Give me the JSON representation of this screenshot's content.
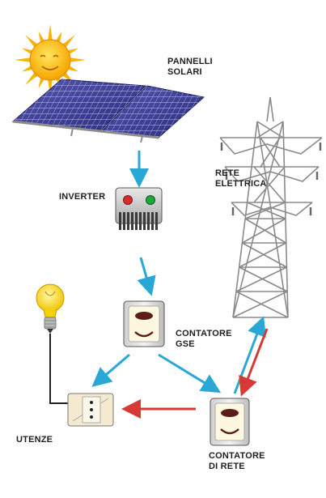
{
  "labels": {
    "solar_panels": [
      "PANNELLI",
      "SOLARI"
    ],
    "grid": [
      "RETE",
      "ELETTRICA"
    ],
    "inverter": [
      "INVERTER"
    ],
    "gse_meter": [
      "CONTATORE",
      "GSE"
    ],
    "utilities": [
      "UTENZE"
    ],
    "grid_meter": [
      "CONTATORE",
      "DI RETE"
    ]
  },
  "colors": {
    "production_flow": "#29a8d6",
    "consumption_flow": "#d63a36",
    "panel": "#3d3f95",
    "sun": "#f5b400",
    "pylon": "#8a8a8a"
  },
  "flows": [
    {
      "from": "solar_panels",
      "to": "inverter",
      "color": "production_flow"
    },
    {
      "from": "inverter",
      "to": "gse_meter",
      "color": "production_flow"
    },
    {
      "from": "gse_meter",
      "to": "utilities",
      "color": "production_flow"
    },
    {
      "from": "gse_meter",
      "to": "grid_meter",
      "color": "production_flow"
    },
    {
      "from": "grid_meter",
      "to": "grid",
      "color": "production_flow"
    },
    {
      "from": "grid",
      "to": "grid_meter",
      "color": "consumption_flow"
    },
    {
      "from": "grid_meter",
      "to": "utilities",
      "color": "consumption_flow"
    }
  ]
}
